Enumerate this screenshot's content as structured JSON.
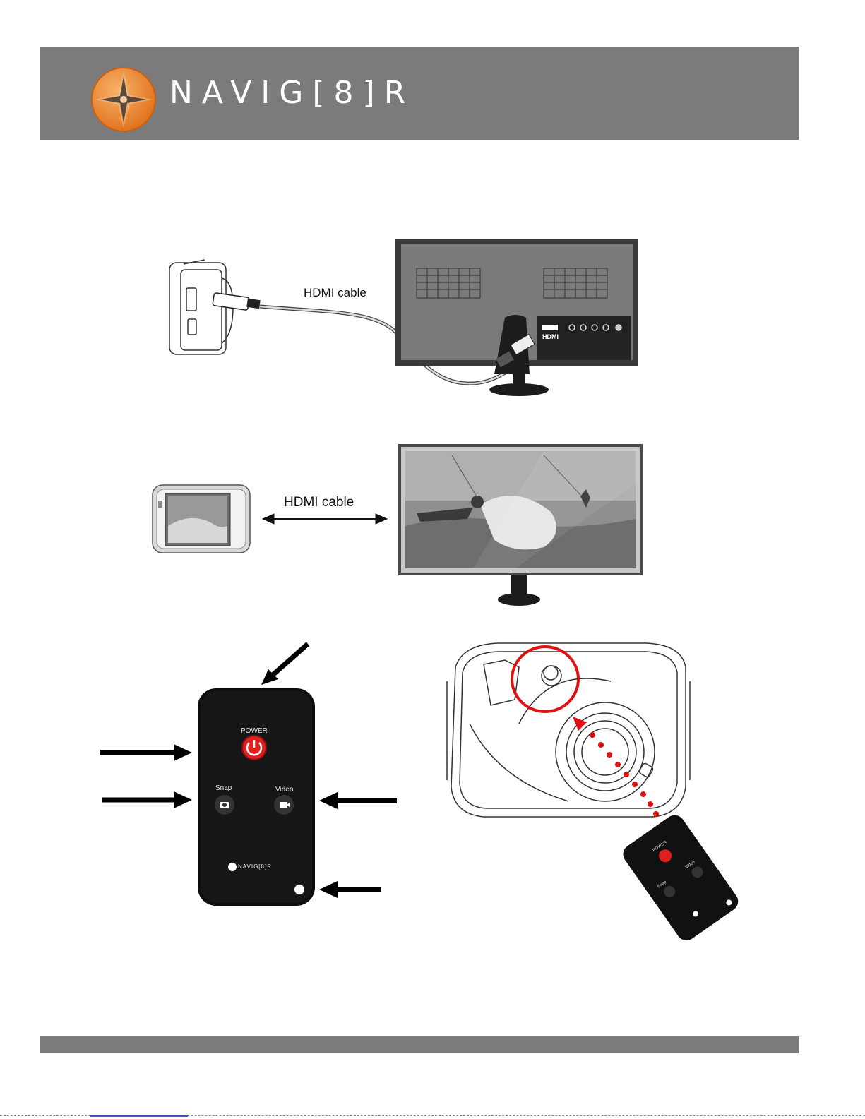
{
  "header": {
    "brand_name": "NAVIG[8]R",
    "band_color": "#7b7b7b",
    "logo_colors": {
      "orange": "#ef8a2f",
      "dark": "#5a4a3c"
    }
  },
  "diagram_hdmi_back": {
    "cable_label": "HDMI cable",
    "port_label": "HDMI"
  },
  "diagram_hdmi_display": {
    "cable_label": "HDMI cable"
  },
  "remote": {
    "power_label": "POWER",
    "snap_label": "Snap",
    "video_label": "Video",
    "brand_label": "NAVIG[8]R",
    "power_button_color": "#e0201c"
  },
  "pairing": {
    "signal_color": "#e01010",
    "mini_power_label": "POWER",
    "mini_snap_label": "Snap",
    "mini_video_label": "Video"
  }
}
